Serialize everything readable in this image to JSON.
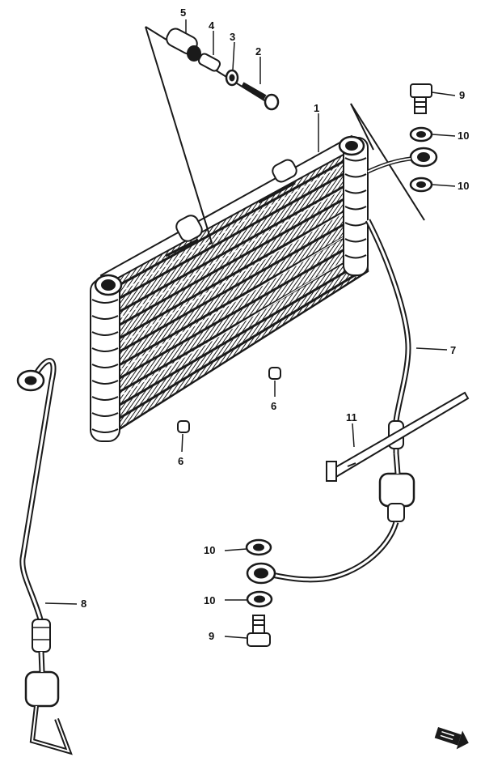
{
  "diagram": {
    "callouts": [
      {
        "id": "c5",
        "label": "5"
      },
      {
        "id": "c4",
        "label": "4"
      },
      {
        "id": "c3",
        "label": "3"
      },
      {
        "id": "c2",
        "label": "2"
      },
      {
        "id": "c1",
        "label": "1"
      },
      {
        "id": "c9a",
        "label": "9"
      },
      {
        "id": "c10a",
        "label": "10"
      },
      {
        "id": "c10b",
        "label": "10"
      },
      {
        "id": "c7",
        "label": "7"
      },
      {
        "id": "c6a",
        "label": "6"
      },
      {
        "id": "c6b",
        "label": "6"
      },
      {
        "id": "c11",
        "label": "11"
      },
      {
        "id": "c8",
        "label": "8"
      },
      {
        "id": "c10c",
        "label": "10"
      },
      {
        "id": "c10d",
        "label": "10"
      },
      {
        "id": "c9b",
        "label": "9"
      }
    ],
    "colors": {
      "ink": "#1a1a1a",
      "paper": "#ffffff"
    },
    "direction_icon": "forward-arrow-icon"
  }
}
